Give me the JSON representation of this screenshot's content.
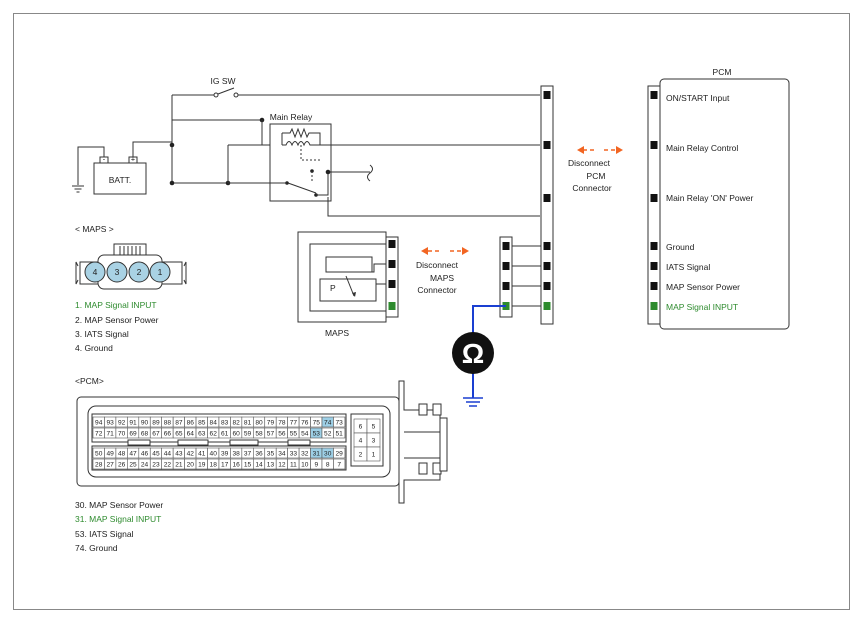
{
  "colors": {
    "accent_orange": "#f26522",
    "signal_green": "#2e8b2e",
    "ground_blue": "#1a3fd1",
    "highlight_blue": "#9dcfe6",
    "pin_cap": "#a9d2e4",
    "wire": "#333333"
  },
  "battery": {
    "label": "BATT.",
    "plus": "+",
    "minus": "-"
  },
  "ig_switch": {
    "label": "IG SW"
  },
  "main_relay": {
    "label": "Main Relay"
  },
  "pcm_connector_note": {
    "line1": "Disconnect",
    "line2": "PCM",
    "line3": "Connector"
  },
  "maps_connector_note": {
    "line1": "Disconnect",
    "line2": "MAPS",
    "line3": "Connector"
  },
  "maps_sensor": {
    "label": "MAPS",
    "element_label": "P"
  },
  "multimeter": {
    "symbol": "Ω",
    "icon": "ohm-meter-icon"
  },
  "pcm": {
    "title": "PCM",
    "terminals": [
      {
        "label": "ON/START Input"
      },
      {
        "label": "Main Relay Control"
      },
      {
        "label": "Main Relay 'ON' Power"
      },
      {
        "label": "Ground"
      },
      {
        "label": "IATS Signal"
      },
      {
        "label": "MAP Sensor Power"
      },
      {
        "label": "MAP Signal INPUT"
      }
    ]
  },
  "maps_connector": {
    "title": "< MAPS      >",
    "pins": [
      "4",
      "3",
      "2",
      "1"
    ],
    "legend": [
      "1.   MAP Signal INPUT",
      "2.   MAP Sensor Power",
      "3.   IATS Signal",
      "4.   Ground"
    ]
  },
  "pcm_connector": {
    "title": "<PCM>",
    "row1": [
      "94",
      "93",
      "92",
      "91",
      "90",
      "89",
      "88",
      "87",
      "86",
      "85",
      "84",
      "83",
      "82",
      "81",
      "80",
      "79",
      "78",
      "77",
      "76",
      "75",
      "74",
      "73"
    ],
    "row2": [
      "72",
      "71",
      "70",
      "69",
      "68",
      "67",
      "66",
      "65",
      "64",
      "63",
      "62",
      "61",
      "60",
      "59",
      "58",
      "57",
      "56",
      "55",
      "54",
      "53",
      "52",
      "51"
    ],
    "row3": [
      "50",
      "49",
      "48",
      "47",
      "46",
      "45",
      "44",
      "43",
      "42",
      "41",
      "40",
      "39",
      "38",
      "37",
      "36",
      "35",
      "34",
      "33",
      "32",
      "31",
      "30",
      "29"
    ],
    "row4": [
      "28",
      "27",
      "26",
      "25",
      "24",
      "23",
      "22",
      "21",
      "20",
      "19",
      "18",
      "17",
      "16",
      "15",
      "14",
      "13",
      "12",
      "11",
      "10",
      "9",
      "8",
      "7"
    ],
    "highlighted": [
      "74",
      "53",
      "31",
      "30"
    ],
    "side_block": [
      [
        "6",
        "5"
      ],
      [
        "4",
        "3"
      ],
      [
        "2",
        "1"
      ]
    ],
    "legend": [
      "30.    MAP Sensor Power",
      "31. MAP Signal INPUT",
      "53.    IATS Signal",
      "74.    Ground"
    ]
  }
}
